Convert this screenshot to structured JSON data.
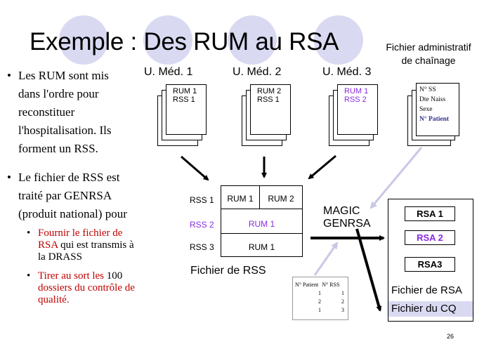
{
  "title": "Exemple : Des RUM au RSA",
  "fichier_admin": {
    "line1": "Fichier administratif",
    "line2": "de chaînage"
  },
  "bullets": [
    {
      "lines": [
        "Les RUM sont mis",
        "dans l'ordre pour",
        "reconstituer",
        "l'hospitalisation. Ils",
        "forment un RSS."
      ]
    },
    {
      "lines": [
        "Le fichier de RSS est",
        "traité par GENRSA",
        "(produit national) pour"
      ]
    }
  ],
  "sub_bullets": [
    {
      "red": [
        "Fournir le fichier de",
        "RSA"
      ],
      "black_tail": " qui est transmis à",
      "black": [
        "la DRASS"
      ]
    },
    {
      "red_first": "Tirer au sort les",
      "black_first_tail": " 100",
      "red": [
        "dossiers du contrôle de",
        "qualité."
      ]
    }
  ],
  "units": [
    "U. Méd. 1",
    "U. Méd. 2",
    "U. Méd. 3"
  ],
  "unit_sheets": [
    {
      "l1": "RUM 1",
      "l2": "RSS 1",
      "color": "#000000"
    },
    {
      "l1": "RUM 2",
      "l2": "RSS 1",
      "color": "#000000"
    },
    {
      "l1": "RUM 1",
      "l2": "RSS 2",
      "color": "#8a2be2"
    }
  ],
  "admin_sheet": {
    "lines": [
      "N° SS",
      "Dte Naiss",
      "Sexe"
    ],
    "bold_line": "N° Patient",
    "bold_color": "#2f2f8f"
  },
  "rss_table": {
    "rows": [
      {
        "label": "RSS 1",
        "cells": [
          "RUM 1",
          "RUM 2"
        ],
        "color": "#000000"
      },
      {
        "label": "RSS 2",
        "cells": [
          "RUM 1"
        ],
        "color": "#8a2be2"
      },
      {
        "label": "RSS 3",
        "cells": [
          "RUM 1"
        ],
        "color": "#000000"
      }
    ],
    "caption": "Fichier de RSS"
  },
  "magic": {
    "line1": "MAGIC",
    "line2": "GENRSA"
  },
  "patient_table": {
    "headers": [
      "N° Patient",
      "N° RSS"
    ],
    "rows": [
      [
        "1",
        "1"
      ],
      [
        "2",
        "2"
      ],
      [
        "1",
        "3"
      ]
    ]
  },
  "rsa": {
    "items": [
      {
        "label": "RSA 1",
        "color": "#000000"
      },
      {
        "label": "RSA 2",
        "color": "#8a2be2"
      },
      {
        "label": "RSA3",
        "color": "#000000"
      }
    ],
    "caption": "Fichier de RSA",
    "cq": "Fichier du CQ",
    "cq_bg": "#d9d9f2"
  },
  "page_number": "26",
  "colors": {
    "circle": "#d9d9f2",
    "red": "#c00000",
    "purple": "#8a2be2",
    "arrow_light": "#c8c8e6"
  }
}
